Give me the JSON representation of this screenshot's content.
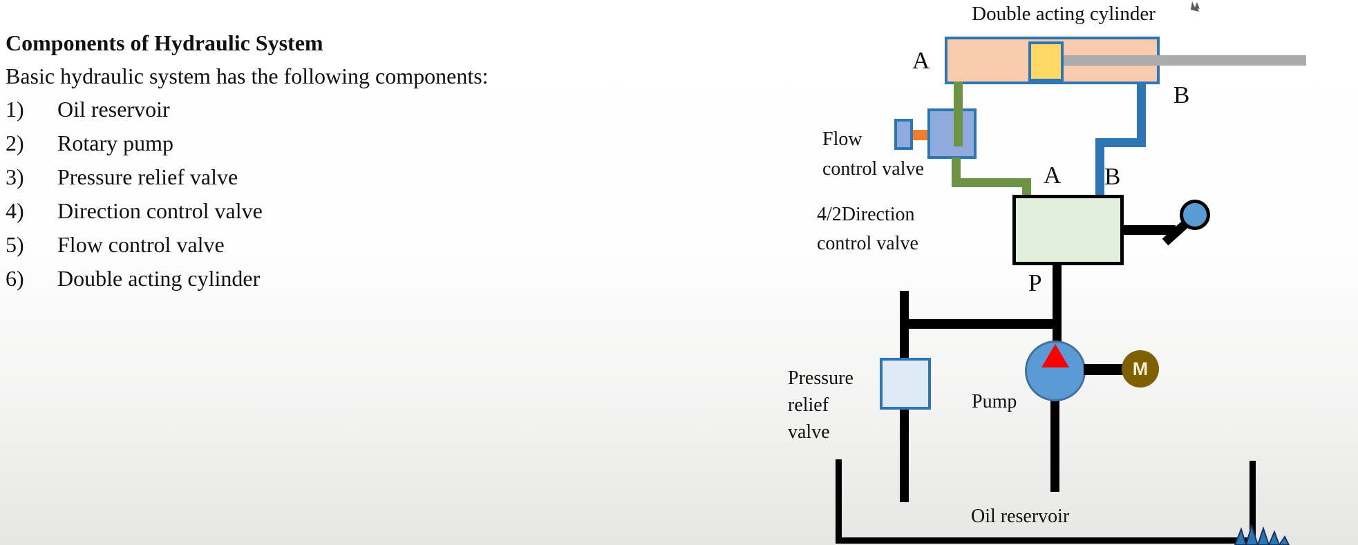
{
  "slide": {
    "heading": "Components of Hydraulic System",
    "intro": "Basic hydraulic system has the following components:",
    "items": [
      {
        "num": "1)",
        "label": "Oil reservoir"
      },
      {
        "num": "2)",
        "label": "Rotary pump"
      },
      {
        "num": "3)",
        "label": "Pressure relief valve"
      },
      {
        "num": "4)",
        "label": "Direction control valve"
      },
      {
        "num": "5)",
        "label": "Flow control valve"
      },
      {
        "num": "6)",
        "label": "Double acting cylinder"
      }
    ]
  },
  "diagram": {
    "cylinder_label": "Double acting cylinder",
    "cylinder_port_a": "A",
    "cylinder_port_b": "B",
    "fcv_label_line1": "Flow",
    "fcv_label_line2": "control valve",
    "dcv_port_a": "A",
    "dcv_port_b": "B",
    "dcv_label_line1": "4/2Direction",
    "dcv_label_line2": "control valve",
    "port_p": "P",
    "prv_label_line1": "Pressure",
    "prv_label_line2": "relief",
    "prv_label_line3": "valve",
    "pump_label": "Pump",
    "motor_label": "M",
    "reservoir_label": "Oil reservoir"
  },
  "colors": {
    "cylinder_fill": "#F8CBAD",
    "cylinder_border": "#2E75B6",
    "piston_fill": "#FFD966",
    "rod_gray": "#ABABAB",
    "pipe_green": "#6D9444",
    "pipe_blue": "#2E75B6",
    "pipe_black": "#000000",
    "fcv_fill": "#8FAADC",
    "orange_knob": "#ED7D31",
    "dcv_fill": "#E2EFDA",
    "prv_fill": "#DEEBF7",
    "pump_fill": "#5B9BD5",
    "pump_border": "#41719C",
    "triangle_red": "#FF0000",
    "motor_fill": "#7F6000",
    "motor_text": "#F3ECCE"
  }
}
